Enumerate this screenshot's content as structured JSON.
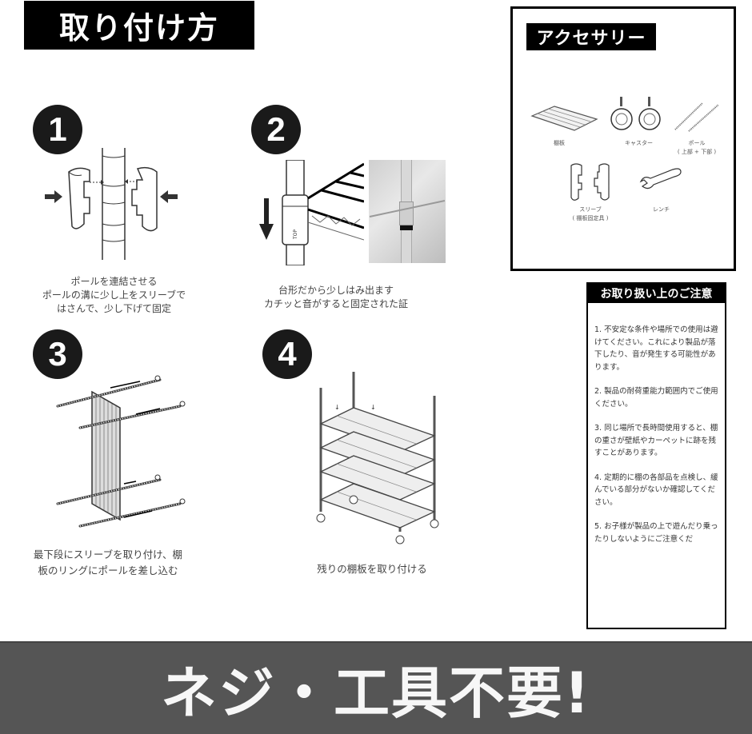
{
  "header": {
    "title": "取り付け方"
  },
  "steps": [
    {
      "number": "1",
      "caption_lines": [
        "ポールを連結させる",
        "ポールの溝に少し上をスリーブで",
        "はさんで、少し下げて固定"
      ]
    },
    {
      "number": "2",
      "caption_lines": [
        "台形だから少しはみ出ます",
        "カチッと音がすると固定された証"
      ],
      "sleeve_mark": "TOP"
    },
    {
      "number": "3",
      "caption_lines": [
        "最下段にスリーブを取り付け、棚",
        "板のリングにポールを差し込む"
      ]
    },
    {
      "number": "4",
      "caption_lines": [
        "残りの棚板を取り付ける"
      ]
    }
  ],
  "accessories": {
    "title": "アクセサリー",
    "items": [
      {
        "icon": "shelf-board-icon",
        "label": "棚板"
      },
      {
        "icon": "caster-icon",
        "label": "キャスター"
      },
      {
        "icon": "pole-icon",
        "label": "ポール",
        "sublabel": "( 上部 + 下部 )"
      },
      {
        "icon": "sleeve-icon",
        "label": "スリーブ",
        "sublabel": "( 棚板固定具 )"
      },
      {
        "icon": "wrench-icon",
        "label": "レンチ"
      }
    ]
  },
  "caution": {
    "title": "お取り扱い上のご注意",
    "items": [
      "1. 不安定な条件や場所での使用は避けてください。これにより製品が落下したり、音が発生する可能性があります。",
      "2. 製品の耐荷重能力範囲内でご使用ください。",
      "3. 同じ場所で長時間使用すると、棚の重さが壁紙やカーペットに跡を残すことがあります。",
      "4. 定期的に棚の各部品を点検し、緩んでいる部分がないか確認してください。",
      "5. お子様が製品の上で遊んだり乗ったりしないようにご注意くだ"
    ]
  },
  "banner": {
    "text": "ネジ・工具不要!"
  },
  "colors": {
    "black": "#000000",
    "banner_bg": "#555555",
    "banner_text": "#f7f7f7"
  }
}
